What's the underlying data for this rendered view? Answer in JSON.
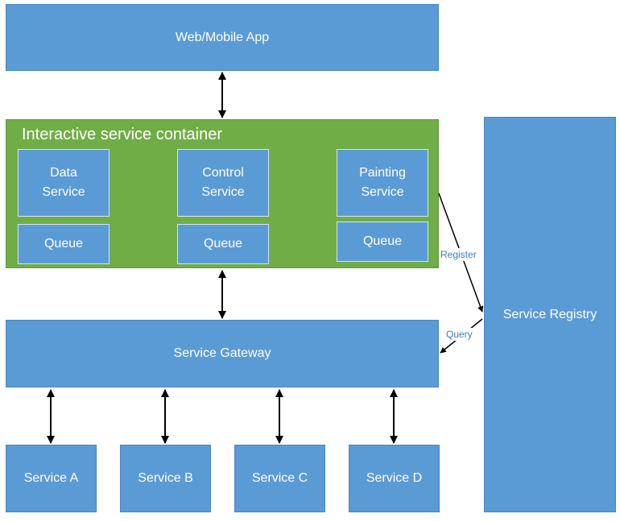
{
  "nodes": {
    "web_app": "Web/Mobile App",
    "container_title": "Interactive service container",
    "data_service": "Data\nService",
    "control_service": "Control\nService",
    "painting_service": "Painting\nService",
    "queue_1": "Queue",
    "queue_2": "Queue",
    "queue_3": "Queue",
    "gateway": "Service Gateway",
    "registry": "Service Registry",
    "service_a": "Service A",
    "service_b": "Service B",
    "service_c": "Service C",
    "service_d": "Service D"
  },
  "edges": {
    "register": "Register",
    "query": "Query"
  },
  "colors": {
    "box_fill": "#5b9bd5",
    "container_fill": "#70ad47",
    "edge_label": "#3b7dc0"
  }
}
